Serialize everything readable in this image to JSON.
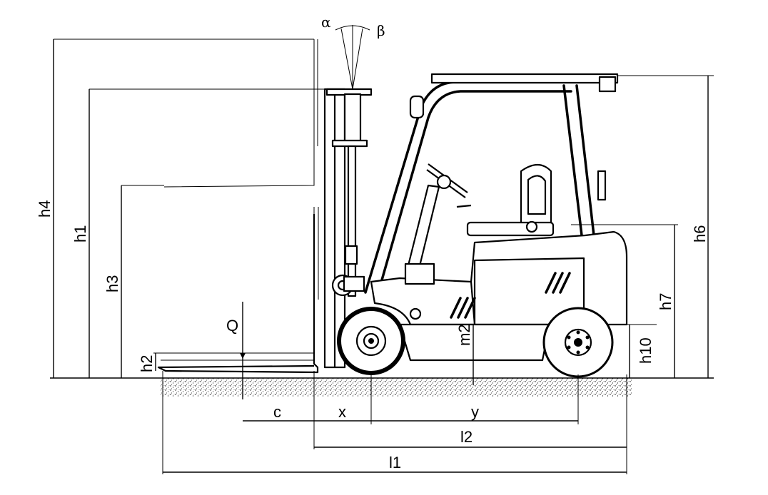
{
  "labels": {
    "alpha": "α",
    "beta": "β",
    "h4": "h4",
    "h1": "h1",
    "h3": "h3",
    "h2": "h2",
    "Q": "Q",
    "c": "c",
    "x": "x",
    "y": "y",
    "l2": "l2",
    "l1": "l1",
    "m2": "m2",
    "h6": "h6",
    "h7": "h7",
    "h10": "h10"
  }
}
